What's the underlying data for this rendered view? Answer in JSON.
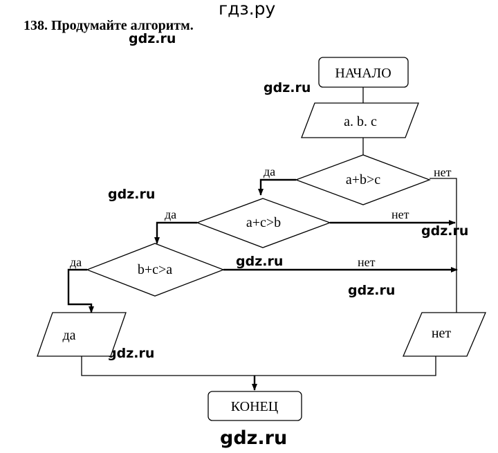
{
  "header": {
    "watermark": "гдз.ру",
    "task_title": "138. Продумайте алгоритм."
  },
  "watermarks": [
    "gdz.ru",
    "gdz.ru",
    "gdz.ru",
    "gdz.ru",
    "gdz.ru",
    "gdz.ru",
    "gdz.ru"
  ],
  "footer": {
    "watermark": "gdz.ru"
  },
  "flowchart": {
    "start": "НАЧАЛО",
    "input": "a. b. c",
    "cond1": "a+b>c",
    "cond2": "a+c>b",
    "cond3": "b+c>a",
    "out_yes": "да",
    "out_no": "нет",
    "end": "КОНЕЦ",
    "yes_label": "да",
    "no_label": "нет"
  }
}
